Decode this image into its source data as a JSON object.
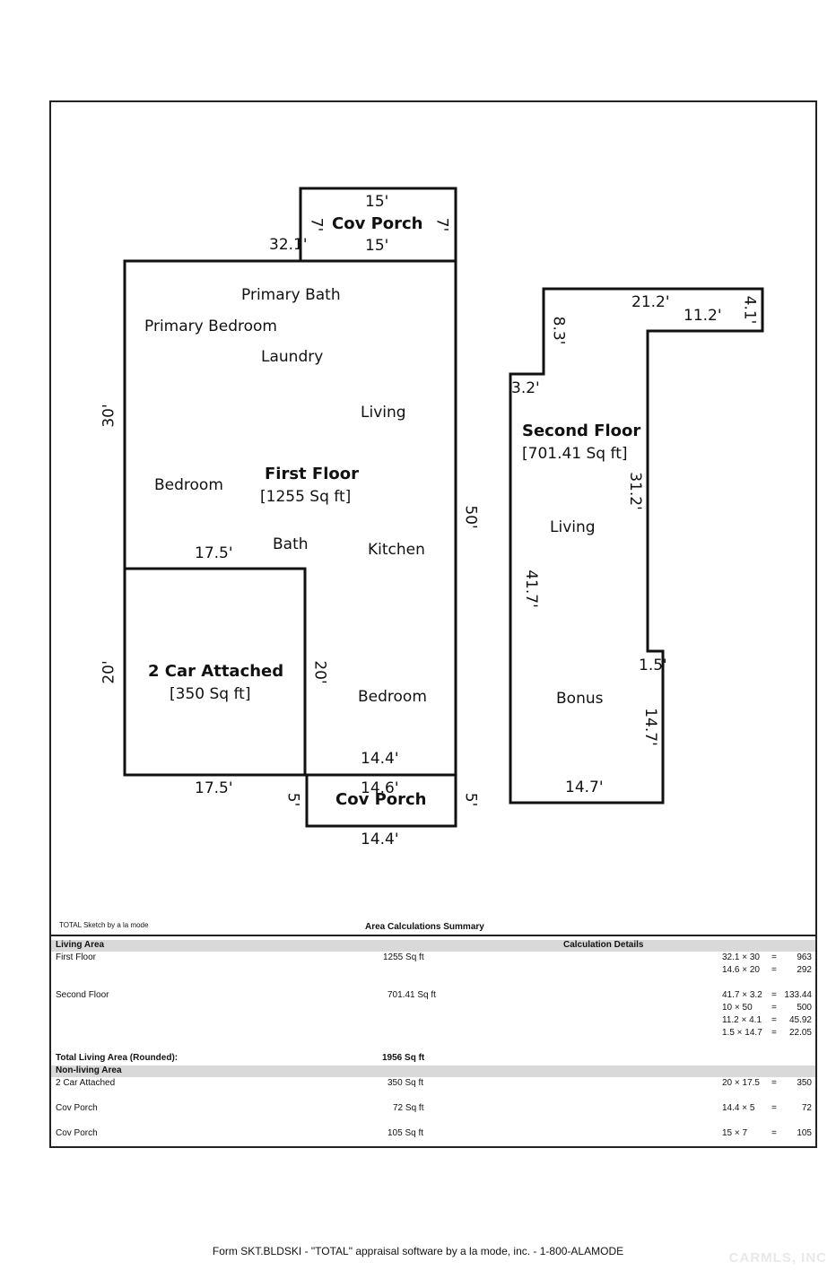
{
  "first_floor": {
    "cov_porch_top": {
      "label": "Cov Porch",
      "top": "15'",
      "bottom": "15'",
      "left": "7'",
      "right": "7'"
    },
    "dims": {
      "top_left": "32.1'",
      "left": "30'",
      "right": "50'",
      "garage_top": "17.5'",
      "garage_left": "20'",
      "garage_right": "20'",
      "garage_bottom": "17.5'",
      "bedroom_bottom": "14.4'"
    },
    "title": "First Floor",
    "area": "[1255 Sq ft]",
    "rooms": {
      "primary_bath": "Primary Bath",
      "primary_bedroom": "Primary Bedroom",
      "laundry": "Laundry",
      "living": "Living",
      "bedroom_left": "Bedroom",
      "bath": "Bath",
      "kitchen": "Kitchen",
      "bedroom_right": "Bedroom"
    },
    "garage": {
      "title": "2 Car Attached",
      "area": "[350 Sq ft]"
    },
    "cov_porch_bottom": {
      "label": "Cov Porch",
      "top": "14.6'",
      "bottom": "14.4'",
      "left": "5'",
      "right": "5'"
    }
  },
  "second_floor": {
    "title": "Second Floor",
    "area": "[701.41 Sq ft]",
    "rooms": {
      "living": "Living",
      "bonus": "Bonus"
    },
    "dims": {
      "top": "21.2'",
      "step_top": "11.2'",
      "step_right": "4.1'",
      "left_upper": "8.3'",
      "left_step": "3.2'",
      "inner_right": "31.2'",
      "left": "41.7'",
      "notch": "1.5'",
      "right_lower": "14.7'",
      "bottom": "14.7'"
    }
  },
  "sketch_credit": "TOTAL Sketch by a la mode",
  "summary_title": "Area Calculations Summary",
  "table": {
    "living_header": "Living Area",
    "calc_header": "Calculation Details",
    "first_floor": {
      "name": "First Floor",
      "area": "1255 Sq ft",
      "calcs": [
        [
          "32.1 × 30",
          "=",
          "963"
        ],
        [
          "14.6 × 20",
          "=",
          "292"
        ]
      ]
    },
    "second_floor": {
      "name": "Second Floor",
      "area": "701.41 Sq ft",
      "calcs": [
        [
          "41.7 × 3.2",
          "=",
          "133.44"
        ],
        [
          "10 × 50",
          "=",
          "500"
        ],
        [
          "11.2 × 4.1",
          "=",
          "45.92"
        ],
        [
          "1.5 × 14.7",
          "=",
          "22.05"
        ]
      ]
    },
    "total_label": "Total Living Area (Rounded):",
    "total_value": "1956 Sq ft",
    "nonliving_header": "Non-living Area",
    "garage": {
      "name": "2 Car Attached",
      "area": "350 Sq ft",
      "calc": [
        "20 × 17.5",
        "=",
        "350"
      ]
    },
    "porch1": {
      "name": "Cov Porch",
      "area": "72 Sq ft",
      "calc": [
        "14.4 × 5",
        "=",
        "72"
      ]
    },
    "porch2": {
      "name": "Cov Porch",
      "area": "105 Sq ft",
      "calc": [
        "15 × 7",
        "=",
        "105"
      ]
    }
  },
  "footer": "Form SKT.BLDSKI - \"TOTAL\" appraisal software by a la mode, inc. - 1-800-ALAMODE",
  "watermark": "CARMLS, INC"
}
